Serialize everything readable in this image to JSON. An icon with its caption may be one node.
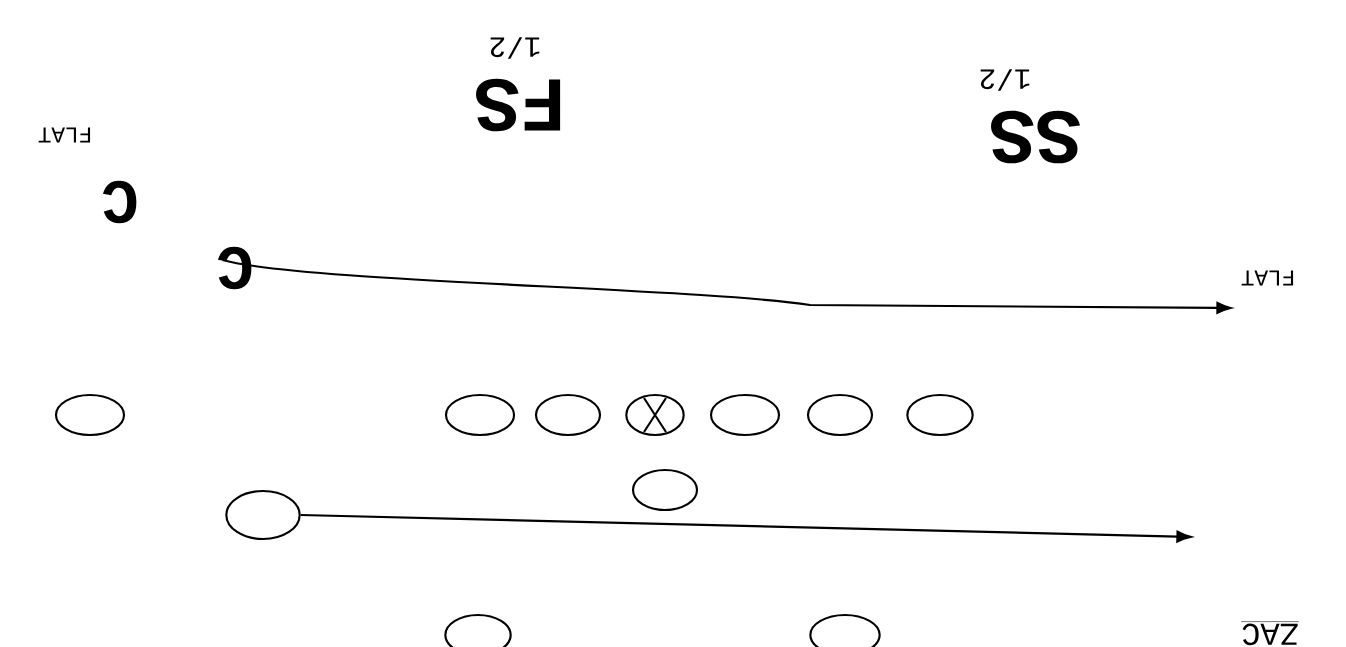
{
  "diagram": {
    "nodes": [
      {
        "text": [
          "C"
        ]
      },
      {
        "text": [],
        "shape": "circle"
      },
      {
        "text": [],
        "shape": "circle"
      },
      {
        "text": [],
        "shape": "circle"
      },
      {
        "text": [],
        "shape": "crossed-circle"
      },
      {
        "text": [],
        "shape": "circle"
      },
      {
        "text": [],
        "shape": "circle"
      },
      {
        "text": [],
        "shape": "circle"
      },
      {
        "text": [],
        "shape": "circle"
      },
      {
        "text": [],
        "shape": "circle"
      },
      {
        "text": [],
        "shape": "circle"
      },
      {
        "text": [],
        "shape": "circle"
      }
    ],
    "edges": [
      {
        "from": 0,
        "to": null,
        "arrow": "to"
      },
      {
        "from": 9,
        "to": null,
        "arrow": "to"
      }
    ],
    "labels": [
      "1/2",
      "FS",
      "1/2",
      "FLAT",
      "SS",
      "C",
      "FLAT",
      "ZAC"
    ]
  }
}
